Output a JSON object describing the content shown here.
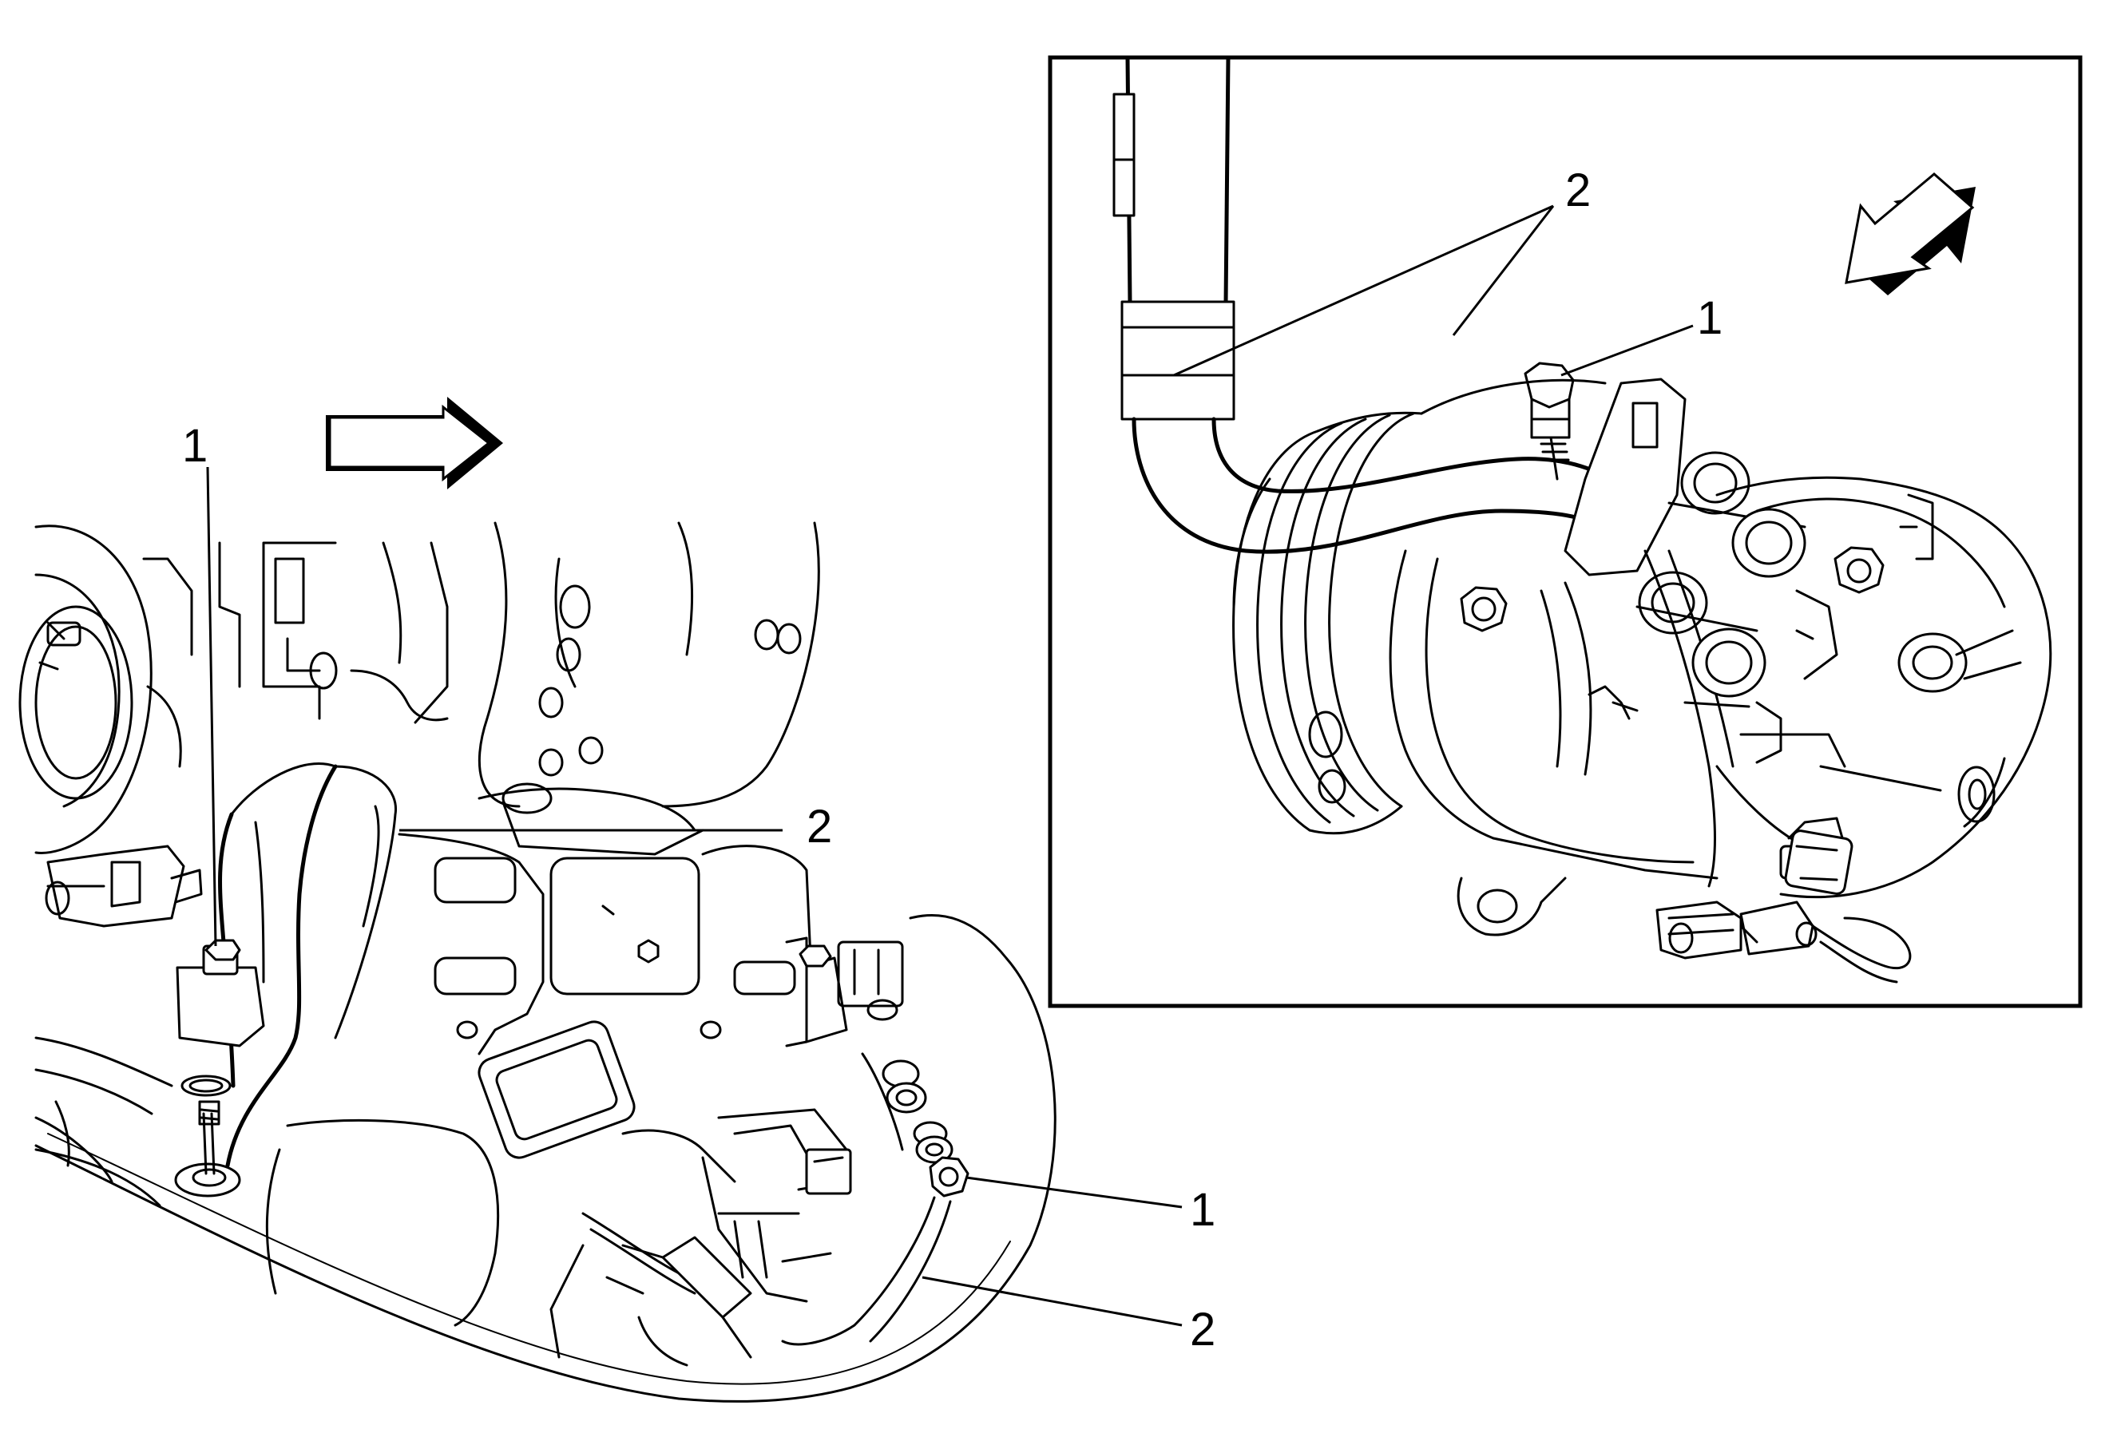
{
  "callouts": {
    "main": [
      {
        "label": "1"
      },
      {
        "label": "2"
      },
      {
        "label": "1"
      },
      {
        "label": "2"
      }
    ],
    "inset": [
      {
        "label": "2"
      },
      {
        "label": "1"
      }
    ]
  },
  "icons": {
    "main_arrow": "direction-arrow-icon",
    "inset_arrow": "direction-arrow-icon"
  }
}
